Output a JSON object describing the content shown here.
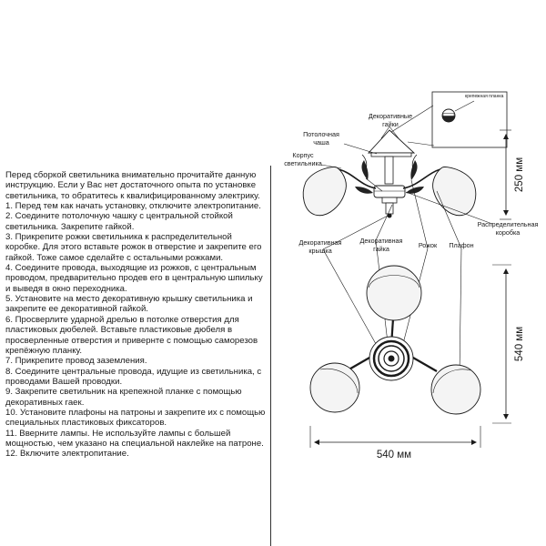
{
  "instructions": {
    "lines": [
      "Перед сборкой светильника внимательно прочитайте данную инструкцию. Если у Вас нет достаточного опыта по установке светильника, то обратитесь к квалифицированному электрику.",
      "1. Перед тем как начать установку, отключите электропитание.",
      "2. Соедините потолочную чашку с центральной стойкой светильника. Закрепите гайкой.",
      "3. Прикрепите рожки светильника к распределительной коробке. Для этого вставьте рожок в отверстие и закрепите его гайкой. Тоже самое сделайте с остальными рожками.",
      "4. Соедините провода, выходящие из рожков, с центральным проводом, предварительно продев его в центральную шпильку и выведя в окно переходника.",
      "5. Установите на место  декоративную крышку светильника и закрепите ее декоративной гайкой.",
      "6. Просверлите ударной дрелью в потолке отверстия для пластиковых дюбелей. Вставьте пластиковые дюбеля в просверленные отверстия и привернте с помощью саморезов крепёжную планку.",
      "7. Прикрепите провод заземления.",
      "8. Соедините центральные провода, идущие из светильника, с проводами Вашей проводки.",
      "9. Закрепите светильник на крепежной планке с помощью декоративных гаек.",
      "10. Установите плафоны на патроны и закрепите их с помощью специальных пластиковых фиксаторов.",
      "11. Вверните лампы. Не используйте лампы с большей мощностью, чем указано на специальной наклейке на патроне.",
      "12. Включите электропитание."
    ]
  },
  "labels": {
    "inset": "крепежная планка",
    "decorative_nuts": "Декоративные гайки",
    "ceiling_cup": "Потолочная чаша",
    "lamp_body": "Корпус светильника",
    "distribution_box": "Распределительная коробка",
    "decorative_cover": "Декоративная крышка",
    "decorative_nut": "Декоративная гайка",
    "socket_arm": "Рожок",
    "shade": "Плафон"
  },
  "dimensions": {
    "height_top": "250 мм",
    "height_plan": "540 мм",
    "width_plan": "540 мм"
  },
  "colors": {
    "line": "#1a1a1a",
    "glass": "#f4f4f4"
  }
}
